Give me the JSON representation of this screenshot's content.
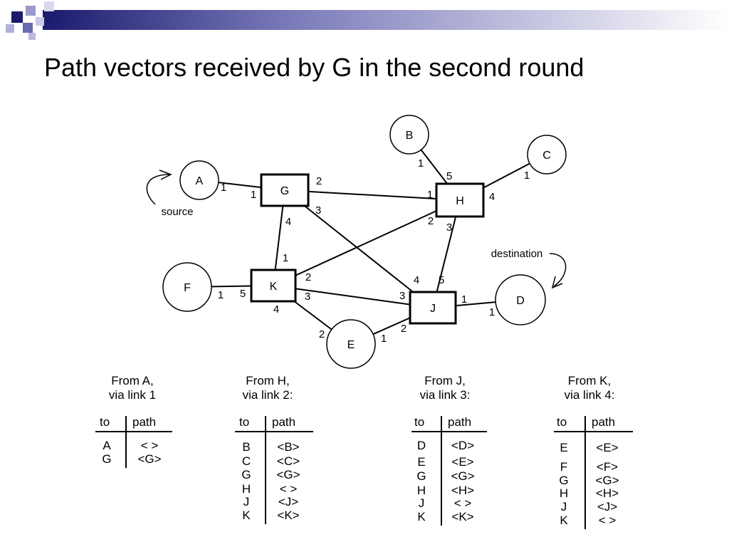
{
  "slide": {
    "title": "Path vectors received by G in the second round"
  },
  "diagram": {
    "nodes": [
      {
        "id": "A",
        "label": "A",
        "shape": "circle"
      },
      {
        "id": "B",
        "label": "B",
        "shape": "circle"
      },
      {
        "id": "C",
        "label": "C",
        "shape": "circle"
      },
      {
        "id": "D",
        "label": "D",
        "shape": "circle"
      },
      {
        "id": "E",
        "label": "E",
        "shape": "circle"
      },
      {
        "id": "F",
        "label": "F",
        "shape": "circle"
      },
      {
        "id": "G",
        "label": "G",
        "shape": "box"
      },
      {
        "id": "H",
        "label": "H",
        "shape": "box"
      },
      {
        "id": "J",
        "label": "J",
        "shape": "box"
      },
      {
        "id": "K",
        "label": "K",
        "shape": "box"
      }
    ],
    "edges": [
      {
        "from": "A",
        "to": "G",
        "from_port": "1",
        "to_port": "1"
      },
      {
        "from": "G",
        "to": "H",
        "from_port": "2",
        "to_port": "1"
      },
      {
        "from": "G",
        "to": "J",
        "from_port": "3",
        "to_port": "4"
      },
      {
        "from": "G",
        "to": "K",
        "from_port": "4",
        "to_port": "1"
      },
      {
        "from": "B",
        "to": "H",
        "from_port": "1",
        "to_port": "5"
      },
      {
        "from": "C",
        "to": "H",
        "from_port": "1",
        "to_port": "4"
      },
      {
        "from": "K",
        "to": "H",
        "from_port": "2",
        "to_port": "2"
      },
      {
        "from": "H",
        "to": "J",
        "from_port": "3",
        "to_port": "5"
      },
      {
        "from": "F",
        "to": "K",
        "from_port": "1",
        "to_port": "5"
      },
      {
        "from": "K",
        "to": "J",
        "from_port": "3",
        "to_port": "3"
      },
      {
        "from": "K",
        "to": "E",
        "from_port": "4",
        "to_port": "2"
      },
      {
        "from": "E",
        "to": "J",
        "from_port": "1",
        "to_port": "2"
      },
      {
        "from": "J",
        "to": "D",
        "from_port": "1",
        "to_port": "1"
      }
    ],
    "source_label": "source",
    "destination_label": "destination"
  },
  "tables": [
    {
      "heading_line1": "From A,",
      "heading_line2": "via link 1",
      "col_to": "to",
      "col_path": "path",
      "rows": [
        {
          "to": "A",
          "path": "< >"
        },
        {
          "to": "G",
          "path": "<G>"
        }
      ]
    },
    {
      "heading_line1": "From H,",
      "heading_line2": "via link 2:",
      "col_to": "to",
      "col_path": "path",
      "rows": [
        {
          "to": "B",
          "path": "<B>"
        },
        {
          "to": "C",
          "path": "<C>"
        },
        {
          "to": "G",
          "path": "<G>"
        },
        {
          "to": "H",
          "path": "< >"
        },
        {
          "to": "J",
          "path": "<J>"
        },
        {
          "to": "K",
          "path": "<K>"
        }
      ]
    },
    {
      "heading_line1": "From J,",
      "heading_line2": "via link 3:",
      "col_to": "to",
      "col_path": "path",
      "rows": [
        {
          "to": "D",
          "path": "<D>"
        },
        {
          "to": "E",
          "path": "<E>"
        },
        {
          "to": "G",
          "path": "<G>"
        },
        {
          "to": "H",
          "path": "<H>"
        },
        {
          "to": "J",
          "path": "< >"
        },
        {
          "to": "K",
          "path": "<K>"
        }
      ]
    },
    {
      "heading_line1": "From K,",
      "heading_line2": "via link 4:",
      "col_to": "to",
      "col_path": "path",
      "rows": [
        {
          "to": "E",
          "path": "<E>"
        },
        {
          "to": "F",
          "path": "<F>"
        },
        {
          "to": "G",
          "path": "<G>"
        },
        {
          "to": "H",
          "path": "<H>"
        },
        {
          "to": "J",
          "path": "<J>"
        },
        {
          "to": "K",
          "path": "< >"
        }
      ]
    }
  ],
  "colors": {
    "accent_dark": "#1a1a6e",
    "accent_light": "#9a9ad0",
    "banner_fade": "#e8e8f4"
  }
}
